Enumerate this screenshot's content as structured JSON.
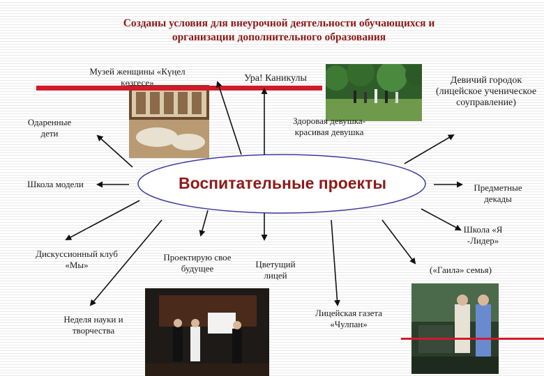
{
  "title": {
    "line1": "Созданы условия для внеурочной деятельности обучающихся и",
    "line2": "организации дополнительного образования"
  },
  "center": "Воспитательные проекты",
  "labels": {
    "museum": "Музей женщины «Күңел көзгесе»",
    "ura": "Ура! Каникулы",
    "girls_town": "Девичий городок (лицейское ученическое соуправление)",
    "gifted": "Одаренные дети",
    "healthy": "Здоровая девушка-красивая девушка",
    "model_school": "Школа модели",
    "subject_decades": "Предметные декады",
    "discussion": "Дискуссионный клуб «Мы»",
    "project_future": "Проектирую свое будущее",
    "blooming": "Цветущий лицей",
    "leader_school": "Школа «Я -Лидер»",
    "family": "(«Гаилә» семья)",
    "science_week": "Неделя науки и творчества",
    "newspaper": "Лицейская газета «Чулпан»"
  },
  "colors": {
    "title": "#8b1a1a",
    "center_text": "#8b1a1a",
    "accent_bar": "#d11a2a",
    "ellipse": "#3a3a9a"
  },
  "icons": {
    "museum_photo": "museum-interior-photo",
    "park_photo": "outdoor-park-photo",
    "stage_photo": "stage-performance-photo",
    "family_photo": "family-event-photo"
  }
}
